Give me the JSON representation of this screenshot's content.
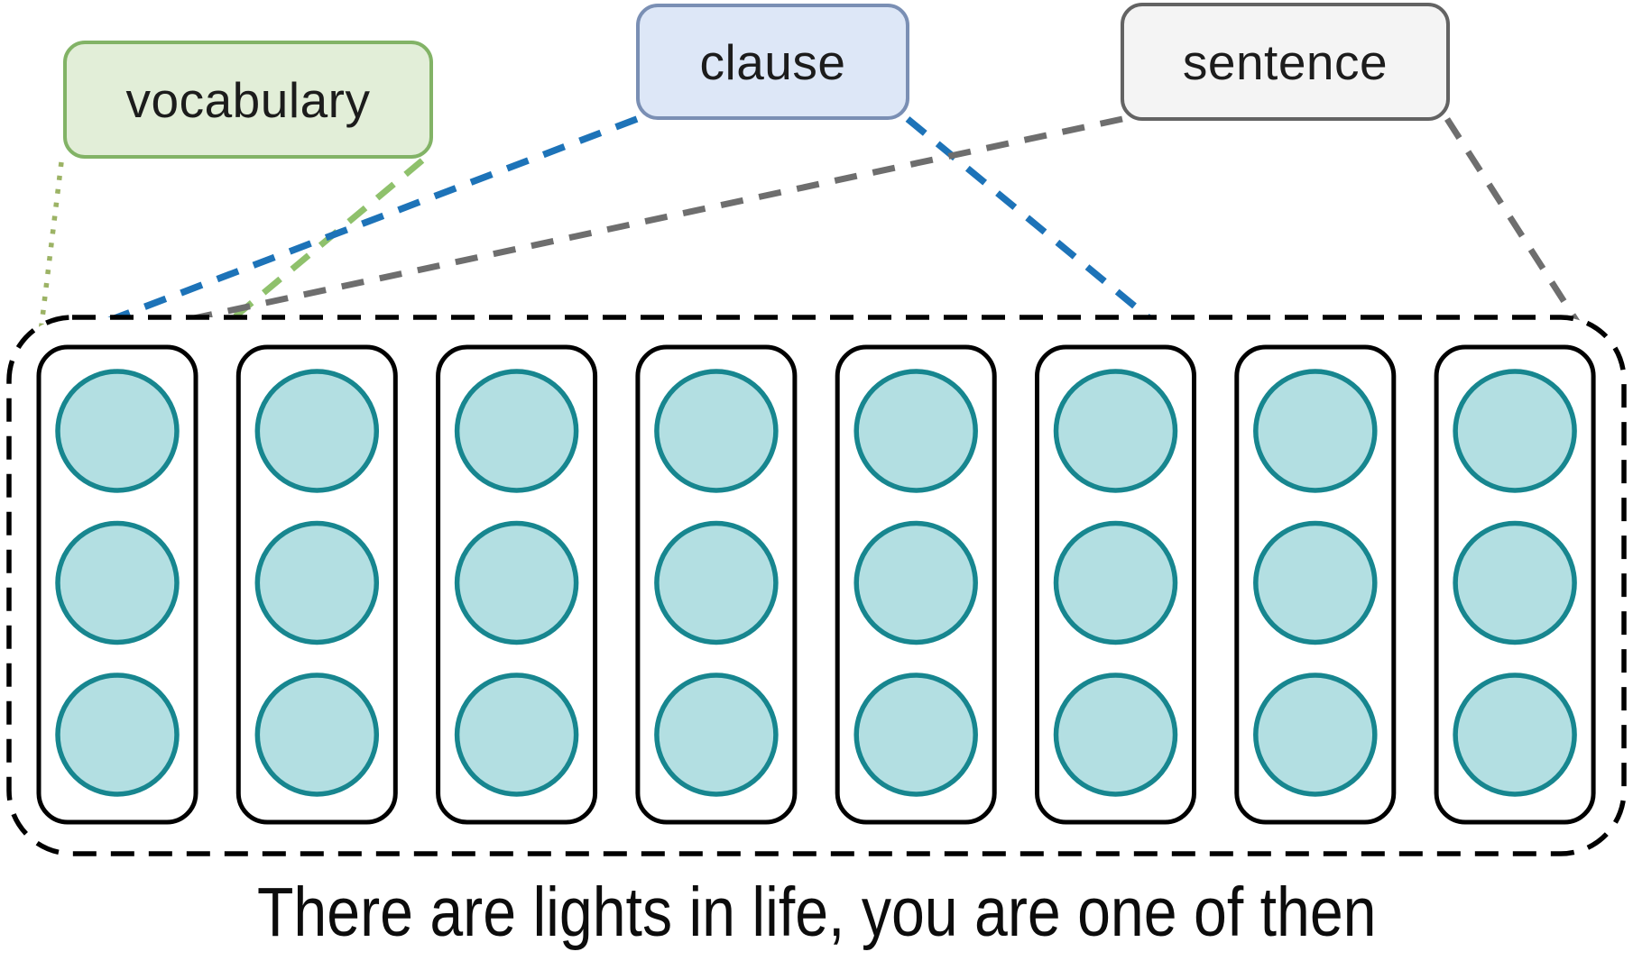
{
  "labels": [
    {
      "id": "vocabulary",
      "text": "vocabulary"
    },
    {
      "id": "clause",
      "text": "clause"
    },
    {
      "id": "sentence",
      "text": "sentence"
    }
  ],
  "caption": "There are lights in life, you are one of then",
  "grid": {
    "columns": 8,
    "circles_per_column": 3
  },
  "colors": {
    "vocabulary_fill": "#e2eed8",
    "vocabulary_border": "#82b366",
    "clause_fill": "#dde7f7",
    "clause_border": "#7a8fb4",
    "sentence_fill": "#f4f4f4",
    "sentence_border": "#636363",
    "circle_fill": "#b3dfe2",
    "circle_border": "#17868f",
    "column_border": "#000000",
    "container_border": "#000000",
    "line_vocab_dotted": "#9cb365",
    "line_vocab_dashed": "#8fc16c",
    "line_clause": "#1d73b8",
    "line_sentence": "#6e6e6e",
    "text": "#1c1c1c"
  }
}
